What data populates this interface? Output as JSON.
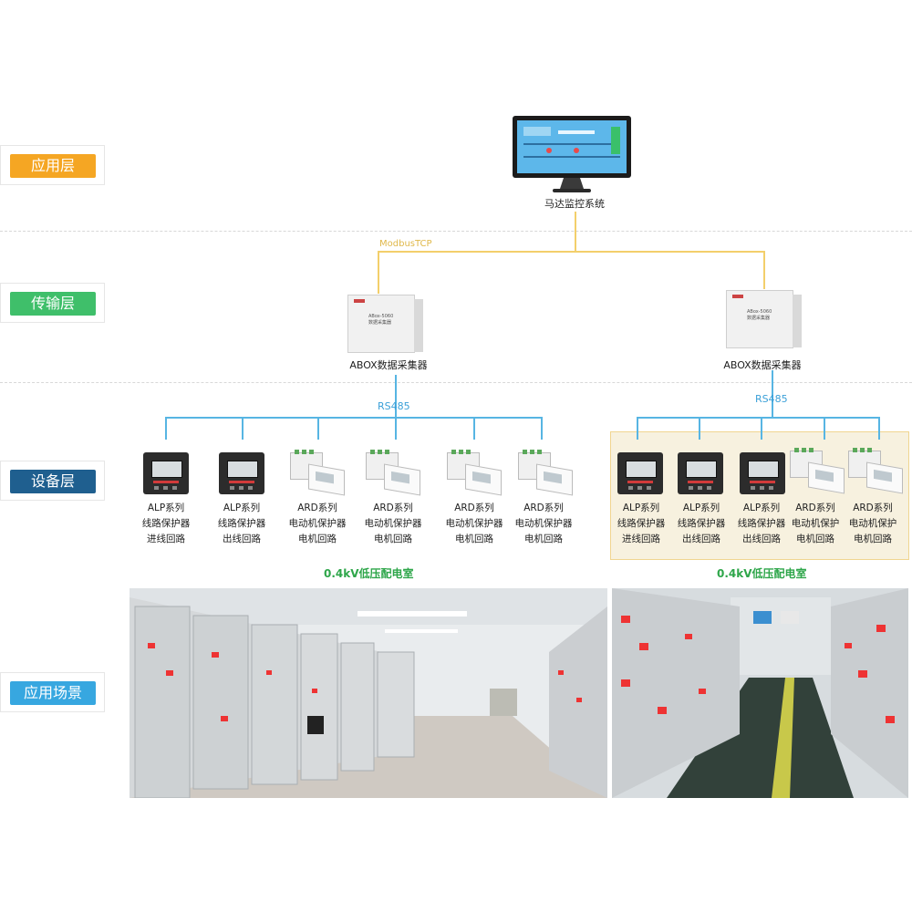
{
  "layers": [
    {
      "label": "应用层",
      "color": "#f5a623"
    },
    {
      "label": "传输层",
      "color": "#3fbf6a"
    },
    {
      "label": "设备层",
      "color": "#1f5f8f"
    },
    {
      "label": "应用场景",
      "color": "#37a7e0"
    }
  ],
  "monitor": {
    "caption": "马达监控系统"
  },
  "protocols": {
    "tcp": "ModbusTCP",
    "rs485_left": "RS485",
    "rs485_right": "RS485"
  },
  "gateways": [
    {
      "caption": "ABOX数据采集器"
    },
    {
      "caption": "ABOX数据采集器"
    }
  ],
  "devices_left": [
    {
      "type": "alp",
      "lines": [
        "ALP系列",
        "线路保护器",
        "进线回路"
      ]
    },
    {
      "type": "alp",
      "lines": [
        "ALP系列",
        "线路保护器",
        "出线回路"
      ]
    },
    {
      "type": "ard",
      "lines": [
        "ARD系列",
        "电动机保护器",
        "电机回路"
      ]
    },
    {
      "type": "ard",
      "lines": [
        "ARD系列",
        "电动机保护器",
        "电机回路"
      ]
    },
    {
      "type": "ard",
      "lines": [
        "ARD系列",
        "电动机保护器",
        "电机回路"
      ]
    },
    {
      "type": "ard",
      "lines": [
        "ARD系列",
        "电动机保护器",
        "电机回路"
      ]
    }
  ],
  "devices_right": [
    {
      "type": "alp",
      "lines": [
        "ALP系列",
        "线路保护器",
        "进线回路"
      ]
    },
    {
      "type": "alp",
      "lines": [
        "ALP系列",
        "线路保护器",
        "出线回路"
      ]
    },
    {
      "type": "alp",
      "lines": [
        "ALP系列",
        "线路保护器",
        "出线回路"
      ]
    },
    {
      "type": "ard",
      "lines": [
        "ARD系列",
        "电动机保护",
        "电机回路"
      ]
    },
    {
      "type": "ard",
      "lines": [
        "ARD系列",
        "电动机保护",
        "电机回路"
      ]
    }
  ],
  "rooms": [
    {
      "title": "0.4kV低压配电室"
    },
    {
      "title": "0.4kV低压配电室"
    }
  ],
  "colors": {
    "tcp_line": "#f3cf6b",
    "rs485_line": "#57b5e3",
    "highlight_bg": "#f7f1df",
    "highlight_border": "#f0d590",
    "room_title": "#2ea64a"
  }
}
